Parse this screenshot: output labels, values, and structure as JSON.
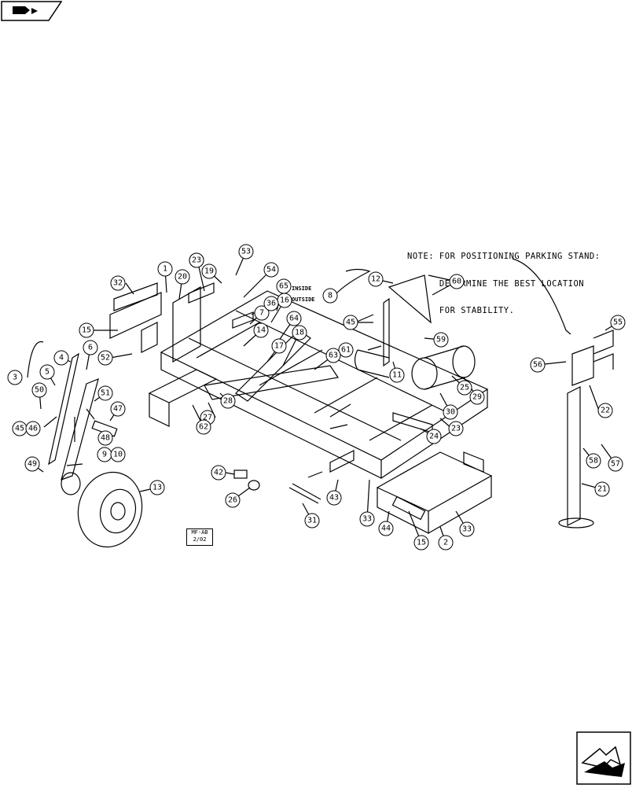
{
  "note": {
    "lines": [
      "NOTE: FOR POSITIONING PARKING STAND:",
      "      DETERMINE THE BEST LOCATION",
      "      FOR STABILITY."
    ]
  },
  "stamp": {
    "line1": "MF-AB",
    "line2": "2/02"
  },
  "side_labels": {
    "inside": "INSIDE",
    "outside": "OUTSIDE"
  },
  "callouts": [
    "1",
    "2",
    "3",
    "4",
    "5",
    "6",
    "7",
    "8",
    "9",
    "10",
    "11",
    "12",
    "13",
    "14",
    "15",
    "16",
    "17",
    "18",
    "19",
    "20",
    "21",
    "22",
    "23",
    "24",
    "25",
    "26",
    "27",
    "28",
    "29",
    "30",
    "31",
    "32",
    "33",
    "36",
    "42",
    "43",
    "44",
    "45",
    "46",
    "47",
    "48",
    "49",
    "50",
    "51",
    "52",
    "53",
    "54",
    "55",
    "56",
    "57",
    "58",
    "59",
    "60",
    "61",
    "62",
    "63",
    "64",
    "65"
  ],
  "icons": {
    "top_left": "prev-page-arrow-icon",
    "bottom_right": "next-page-arrow-icon"
  }
}
